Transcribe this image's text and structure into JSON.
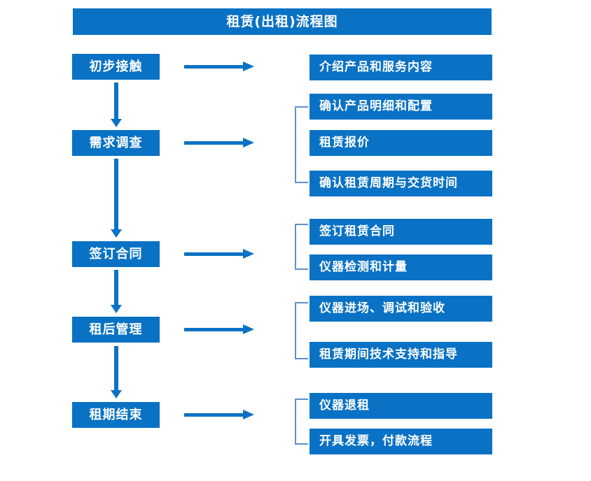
{
  "page": {
    "title": "租赁(出租)流程图",
    "accent_color": "#0a72c4",
    "bracket_color": "#5f90c8",
    "background_color": "#ffffff",
    "text_color": "#ffffff"
  },
  "stages": [
    {
      "label": "初步接触"
    },
    {
      "label": "需求调查"
    },
    {
      "label": "签订合同"
    },
    {
      "label": "租后管理"
    },
    {
      "label": "租期结束"
    }
  ],
  "tasks": [
    {
      "label": "介绍产品和服务内容"
    },
    {
      "label": "确认产品明细和配置"
    },
    {
      "label": "租赁报价"
    },
    {
      "label": "确认租赁周期与交货时间"
    },
    {
      "label": "签订租赁合同"
    },
    {
      "label": "仪器检测和计量"
    },
    {
      "label": "仪器进场、调试和验收"
    },
    {
      "label": "租赁期间技术支持和指导"
    },
    {
      "label": "仪器退租"
    },
    {
      "label": "开具发票，付款流程"
    }
  ],
  "connectors": {
    "horizontal_arrow_count": 5,
    "vertical_arrow_count": 4,
    "bracket_count": 4
  }
}
